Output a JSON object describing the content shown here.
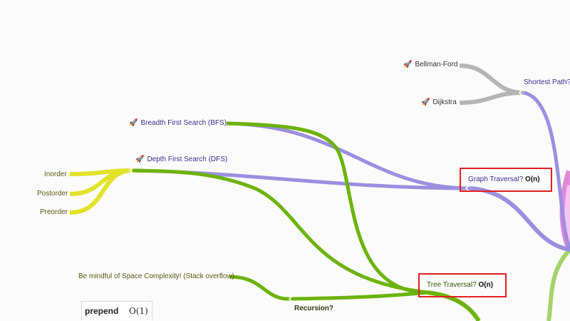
{
  "nodes": {
    "bellman_ford": "Bellman-Ford",
    "dijkstra": "Dijkstra",
    "shortest_path": "Shortest Path?",
    "bfs": "Breadth First Search (BFS)",
    "dfs": "Depth First Search (DFS)",
    "inorder": "Inorder",
    "postorder": "Postorder",
    "preorder": "Preorder",
    "graph_traversal": "Graph Traversal?",
    "graph_traversal_complexity": "O(n)",
    "space_complexity_note": "Be mindful of Space Complexity! (Stack overflow)",
    "tree_traversal": "Tree Traversal?",
    "tree_traversal_complexity": "O(n)",
    "recursion": "Recursion?"
  },
  "rocket_glyph": "🚀",
  "table": {
    "key": "prepend",
    "value": "O(1)"
  },
  "colors": {
    "purple_branch": "#9b8fe0",
    "green_branch": "#6db30c",
    "yellow_branch": "#e3e22a",
    "gray_branch": "#b5b5b5",
    "pink_branch": "#e08ad8",
    "light_green_branch": "#a3d46a",
    "highlight_box": "#e02020"
  }
}
